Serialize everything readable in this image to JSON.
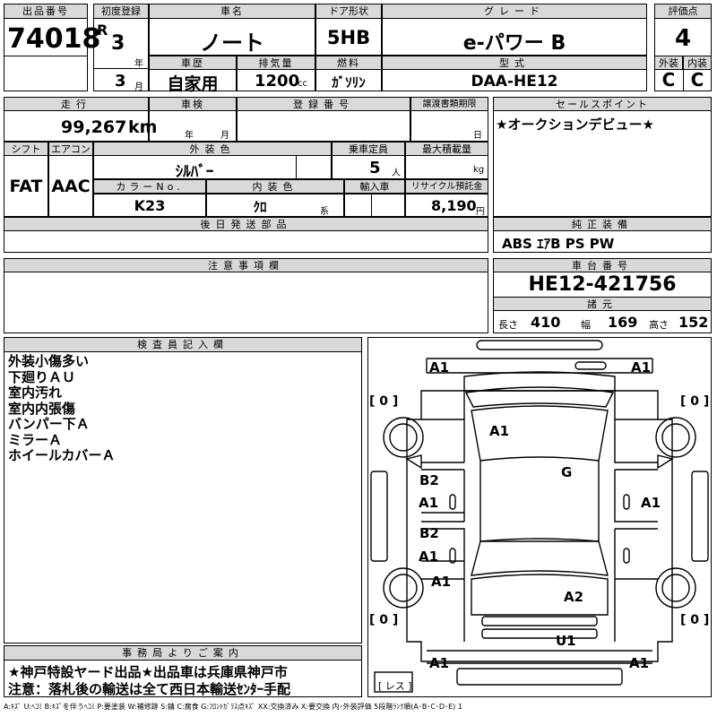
{
  "lot": {
    "label": "出品番号",
    "value": "74018"
  },
  "first_registration": {
    "label": "初度登録",
    "era": "R",
    "year": "3",
    "year_unit": "年",
    "month": "3",
    "month_unit": "月"
  },
  "car_name": {
    "label": "車名",
    "value": "ノート"
  },
  "door": {
    "label": "ドア形状",
    "value": "5HB"
  },
  "grade": {
    "label": "グレード",
    "value": "e-パワー B"
  },
  "score": {
    "label": "評価点",
    "value": "4",
    "exterior_label": "外装",
    "exterior": "C",
    "interior_label": "内装",
    "interior": "C"
  },
  "history": {
    "label": "車歴",
    "value": "自家用"
  },
  "displacement": {
    "label": "排気量",
    "value": "1200",
    "unit": "cc"
  },
  "fuel": {
    "label": "燃料",
    "value": "ｶﾞｿﾘﾝ"
  },
  "model": {
    "label": "型式",
    "value": "DAA-HE12"
  },
  "mileage": {
    "label": "走行",
    "value": "99,267",
    "unit": "km"
  },
  "inspection": {
    "label": "車検",
    "year_unit": "年",
    "month_unit": "月"
  },
  "registration_no": {
    "label": "登録番号"
  },
  "transfer_deadline": {
    "label": "譲渡書類期限",
    "day_unit": "日"
  },
  "sales_point": {
    "label": "セールスポイント",
    "text": "★オークションデビュー★"
  },
  "shift": {
    "label": "シフト",
    "value": "FAT"
  },
  "aircon": {
    "label": "エアコン",
    "value": "AAC"
  },
  "exterior_color": {
    "label": "外装色",
    "value": "ｼﾙﾊﾞｰ"
  },
  "capacity": {
    "label": "乗車定員",
    "value": "5",
    "unit": "人"
  },
  "max_load": {
    "label": "最大積載量",
    "unit": "kg"
  },
  "color_no": {
    "label": "カラーNo.",
    "value": "K23"
  },
  "interior_color": {
    "label": "内装色",
    "value": "ｸﾛ",
    "unit": "系"
  },
  "import": {
    "label": "輸入車"
  },
  "recycle": {
    "label": "リサイクル預託金",
    "value": "8,190",
    "unit": "円"
  },
  "later_parts": {
    "label": "後日発送部品"
  },
  "equipment": {
    "label": "純正装備",
    "value": "ABS ｴｱB PS PW"
  },
  "notes": {
    "label": "注意事項欄"
  },
  "chassis": {
    "label": "車台番号",
    "value": "HE12-421756"
  },
  "specs": {
    "label": "諸元",
    "length_label": "長さ",
    "length": "410",
    "width_label": "幅",
    "width": "169",
    "height_label": "高さ",
    "height": "152"
  },
  "inspector": {
    "label": "検査員記入欄",
    "lines": [
      "外装小傷多い",
      "下廻りＡＵ",
      "室内汚れ",
      "室内内張傷",
      "バンパー下Ａ",
      "ミラーＡ",
      "ホイールカバーＡ"
    ]
  },
  "office": {
    "label": "事務局よりご案内",
    "line1": "★神戸特設ヤード出品★出品車は兵庫県神戸市",
    "line2": "注意：落札後の輸送は全て西日本輸送ｾﾝﾀｰ手配"
  },
  "diagram": {
    "marks": {
      "front_left": "A1",
      "front_right": "A1",
      "hood": "A1",
      "roof": "G",
      "door_fl_upper": "B2",
      "door_fl_lower": "A1",
      "door_fr": "A1",
      "door_rl_upper": "B2",
      "door_rl_lower": "A1",
      "rear_left": "A1",
      "tailgate": "A2",
      "rear_bumper": "U1",
      "bottom_left": "A1",
      "bottom_right": "A1"
    },
    "tire_tl": "[ 0 ]",
    "tire_tr": "[ 0 ]",
    "tire_bl": "[ 0 ]",
    "tire_br": "[ 0 ]",
    "spare": "[ レス ]"
  },
  "legend": "A:ｷｽﾞ U:ﾍｺﾐ B:ｷｽﾞを伴うﾍｺﾐ P:要塗装 W:補修跡 S:錆 C:腐食 G:ﾌﾛﾝﾄｶﾞﾗｽ点ｷｽﾞ XX:交換済み X:要交換 内･外装評価 5段階ﾗﾝｸ順(A･B･C･D･E) 1"
}
